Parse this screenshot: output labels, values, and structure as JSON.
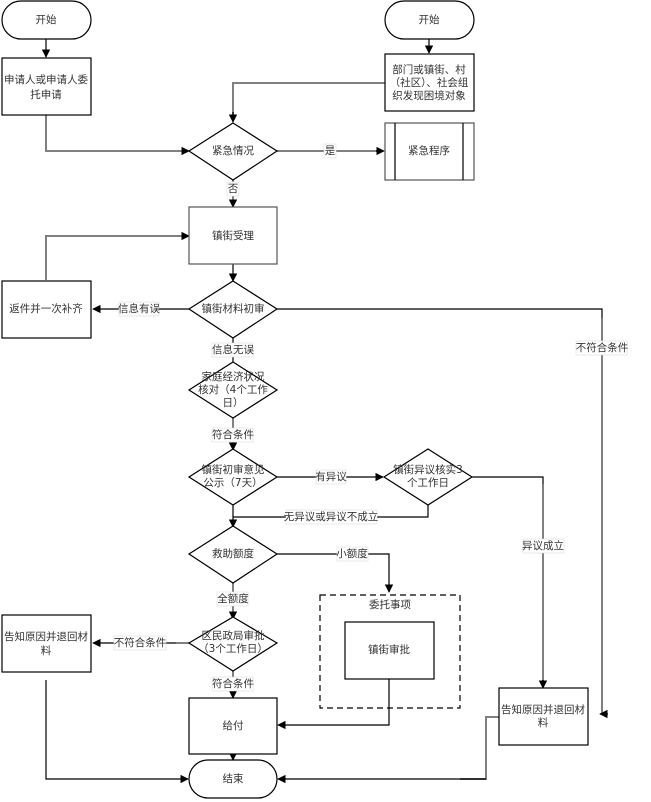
{
  "nodes": {
    "start_left": "开始",
    "start_right": "开始",
    "apply": [
      "申请人或申请人委",
      "托申请"
    ],
    "discover": [
      "部门或镇街、村",
      "（社区）、社会组",
      "织发现困境对象"
    ],
    "emergency_decision": "紧急情况",
    "emergency_procedure": "紧急程序",
    "street_accept": "镇街受理",
    "return_supplement": "返件并一次补齐",
    "street_initial_review": "镇街材料初审",
    "family_check": [
      "家庭经济状况",
      "核对（4个工作",
      "日）"
    ],
    "publicity": [
      "镇街初审意见",
      "公示（7天）"
    ],
    "objection_verify": [
      "镇街异议核实3",
      "个工作日"
    ],
    "aid_amount": "救助额度",
    "delegated_group": "委托事项",
    "street_approve": "镇街审批",
    "district_approve": [
      "区民政局审批",
      "（3个工作日）"
    ],
    "notify_return_left": [
      "告知原因并退回材",
      "料"
    ],
    "notify_return_right": [
      "告知原因并退回材",
      "料"
    ],
    "pay": "给付",
    "end": "结束"
  },
  "edge_labels": {
    "yes": "是",
    "no": "否",
    "info_error": "信息有误",
    "info_ok": "信息无误",
    "meets": "符合条件",
    "not_meets_right": "不符合条件",
    "has_objection": "有异议",
    "no_objection": "无异议或异议不成立",
    "objection_valid": "异议成立",
    "small_amount": "小额度",
    "full_amount": "全额度",
    "not_meets_left": "不符合条件",
    "meets_2": "符合条件"
  }
}
